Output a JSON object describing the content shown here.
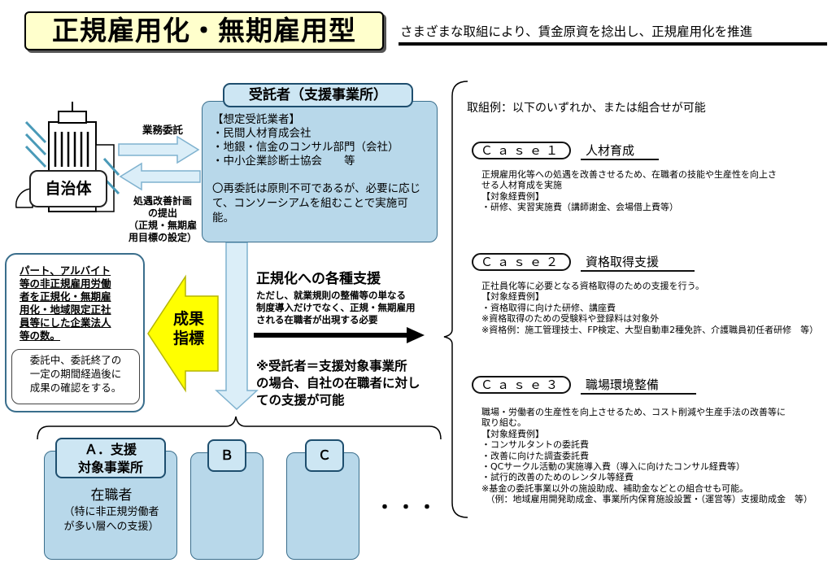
{
  "header": {
    "title": "正規雇用化・無期雇用型",
    "subtitle": "さまざまな取組により、賃金原資を捻出し、正規雇用化を推進"
  },
  "municipality": {
    "label": "自治体",
    "arrow_top_label": "業務委託",
    "arrow_bottom_lines": [
      "処遇改善計画",
      "の提出",
      "（正規・無期雇",
      "用目標の設定）"
    ]
  },
  "consignee": {
    "tab": "受託者（支援事業所）",
    "heading": "【想定受託業者】",
    "items": [
      "・民間人材育成会社",
      "・地銀・信金のコンサル部門（会社）",
      "・中小企業診断士協会　　等"
    ],
    "note": "〇再委託は原則不可であるが、必要に応じて、コンソーシアムを組むことで実施可能。"
  },
  "indicator": {
    "lines": [
      "パート、アルバイト",
      "等の非正規雇用労働",
      "者を正規化・無期雇",
      "用化・地域限定正社",
      "員等にした企業法人",
      "等の数。"
    ],
    "arrow_label_1": "成果",
    "arrow_label_2": "指標",
    "note_lines": [
      "委託中、委託終了の",
      "一定の期間経過後に",
      "成果の確認をする。"
    ]
  },
  "center": {
    "heading": "正規化への各種支援",
    "sub_lines": [
      "ただし、就業規則の整備等の単なる",
      "制度導入だけでなく、正規・無期雇用",
      "される在職者が出現する必要"
    ],
    "note_lines": [
      "※受託者＝支援対象事業所",
      "の場合、自社の在職者に対し",
      "ての支援が可能"
    ]
  },
  "cases_intro": "取組例：以下のいずれか、または組合せが可能",
  "cases": [
    {
      "pill": "Ｃａｓｅ１",
      "title": "人材育成",
      "lines": [
        "正規雇用化等への処遇を改善させるため、在職者の技能や生産性を向上さ",
        "せる人材育成を実施",
        "【対象経費例】",
        "・研修、実習実施費（講師謝金、会場借上費等）"
      ]
    },
    {
      "pill": "Ｃａｓｅ２",
      "title": "資格取得支援",
      "lines": [
        "正社員化等に必要となる資格取得のための支援を行う。",
        "【対象経費例】",
        "・資格取得に向けた研修、講座費",
        "※資格取得のための受験料や登録料は対象外",
        "※資格例：施工管理技士、FP検定、大型自動車2種免許、介護職員初任者研修　等）"
      ]
    },
    {
      "pill": "Ｃａｓｅ３",
      "title": "職場環境整備",
      "lines": [
        "職場・労働者の生産性を向上させるため、コスト削減や生産手法の改善等に",
        "取り組む。",
        "【対象経費例】",
        "・コンサルタントの委託費",
        "・改善に向けた調査委託費",
        "・QCサークル活動の実施導入費（導入に向けたコンサル経費等）",
        "・試行的改善のためのレンタル等経費",
        "※基金の委託事業以外の施設助成、補助金などとの組合せも可能。",
        "　（例：地域雇用開発助成金、事業所内保育施設設置・（運営等）支援助成金　等）"
      ]
    }
  ],
  "businesses": {
    "a_tab_line1": "Ａ．支援",
    "a_tab_line2": "対象事業所",
    "a_title": "在職者",
    "a_note_line1": "（特に非正規労働者",
    "a_note_line2": "が多い層への支援）",
    "b_tab": "Ｂ",
    "c_tab": "Ｃ",
    "ellipsis": "・・・"
  },
  "colors": {
    "box_fill": "#b8d8ea",
    "box_border": "#3a6e8c",
    "title_fill": "#ffffcc",
    "indicator_arrow": "#ffff00",
    "flow_arrow": "#dbeef8"
  }
}
